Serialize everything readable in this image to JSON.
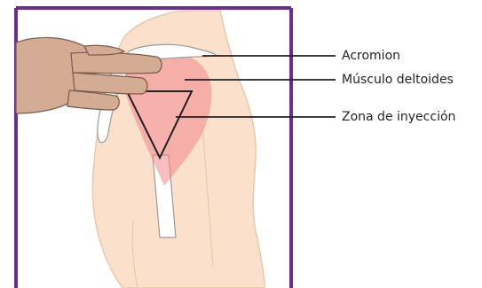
{
  "labels": {
    "acromion": "Acromion",
    "deltoid_muscle": "Músculo deltoides",
    "injection_zone": "Zona de inyección"
  },
  "colors": {
    "frame": "#6b2d8e",
    "skin": "#fbe1cc",
    "skin_outline": "#e7c9ab",
    "hand": "#d4ab93",
    "hand_outline": "#7a5a4c",
    "muscle": "#f2868a",
    "bone": "#ffffff",
    "leader_line": "#231f20"
  }
}
